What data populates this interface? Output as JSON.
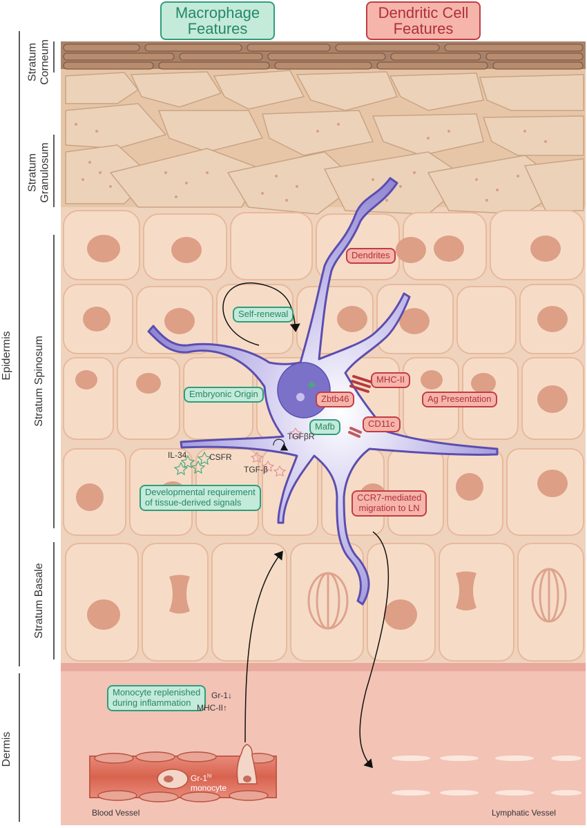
{
  "headers": {
    "macrophage": [
      "Macrophage",
      "Features"
    ],
    "dendritic": [
      "Dendritic Cell",
      "Features"
    ]
  },
  "layers": {
    "corneum": [
      "Stratum",
      "Corneum"
    ],
    "granulosum": [
      "Stratum",
      "Granulosum"
    ],
    "spinosum": "Stratum Spinosum",
    "basale": "Stratum Basale",
    "epidermis": "Epidermis",
    "dermis": "Dermis"
  },
  "macrophage_features": {
    "self_renewal": "Self-renewal",
    "embryonic_origin": "Embryonic Origin",
    "mafb": "Mafb",
    "developmental": [
      "Developmental requirement",
      "of tissue-derived signals"
    ],
    "monocyte": [
      "Monocyte replenished",
      "during inflammation"
    ]
  },
  "dendritic_features": {
    "dendrites": "Dendrites",
    "mhc2": "MHC-II",
    "zbtb46": "Zbtb46",
    "ag_presentation": "Ag Presentation",
    "cd11c": "CD11c",
    "ccr7": [
      "CCR7-mediated",
      "migration to LN"
    ]
  },
  "signals": {
    "tgfbr": "TGFβR",
    "il34": "IL-34",
    "csfr": "CSFR",
    "tgfb": "TGF-β",
    "gr1_down": "Gr-1↓",
    "mhc2_up": "MHC-II↑",
    "monocyte_label": [
      "Gr-1",
      "hi",
      "monocyte"
    ]
  },
  "vessels": {
    "blood": "Blood Vessel",
    "lymphatic": "Lymphatic Vessel"
  },
  "colors": {
    "macrophage_fill": "#c4ead9",
    "macrophage_border": "#2e9d7c",
    "dendritic_fill": "#f5b5aa",
    "dendritic_border": "#c23b44",
    "langerhans_cell": "#7a6fc4"
  }
}
